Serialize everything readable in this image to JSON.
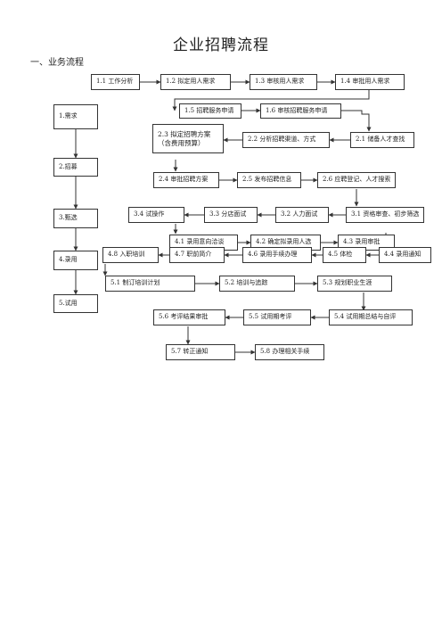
{
  "title": "企业招聘流程",
  "section": "一、业务流程",
  "stages": [
    "1.需求",
    "2.招募",
    "3.甄选",
    "4.录用",
    "5.试用"
  ],
  "steps": {
    "s1_1": "1.1 工作分析",
    "s1_2": "1.2 拟定用人需求",
    "s1_3": "1.3 审核用人需求",
    "s1_4": "1.4 审批用人需求",
    "s1_5": "1.5 招聘服务申请",
    "s1_6": "1.6 审核招聘服务申请",
    "s2_3_line1": "2.3 拟定招聘方案",
    "s2_3_line2": "（含费用预算）",
    "s2_2": "2.2 分析招聘渠道、方式",
    "s2_1": "2.1 储备人才查找",
    "s2_4": "2.4 审批招聘方案",
    "s2_5": "2.5 发布招聘信息",
    "s2_6": "2.6 应聘登记、人才搜索",
    "s3_4": "3.4 试操作",
    "s3_3": "3.3 分店面试",
    "s3_2": "3.2 人力面试",
    "s3_1": "3.1 资格审查、初步筛选",
    "s4_1": "4.1 录用意向洽谈",
    "s4_2": "4.2 确定拟录用人选",
    "s4_3": "4.3 录用审批",
    "s4_8": "4.8 入职培训",
    "s4_7": "4.7 职前简介",
    "s4_6": "4.6 录用手续办理",
    "s4_5": "4.5 体检",
    "s4_4": "4.4 录用通知",
    "s5_1": "5.1 制订培训计划",
    "s5_2": "5.2 培训与追踪",
    "s5_3": "5.3 规划职业生涯",
    "s5_6": "5.6 考评结果审批",
    "s5_5": "5.5 试用期考评",
    "s5_4": "5.4 试用期总结与自评",
    "s5_7": "5.7 转正通知",
    "s5_8": "5.8 办理相关手续"
  }
}
